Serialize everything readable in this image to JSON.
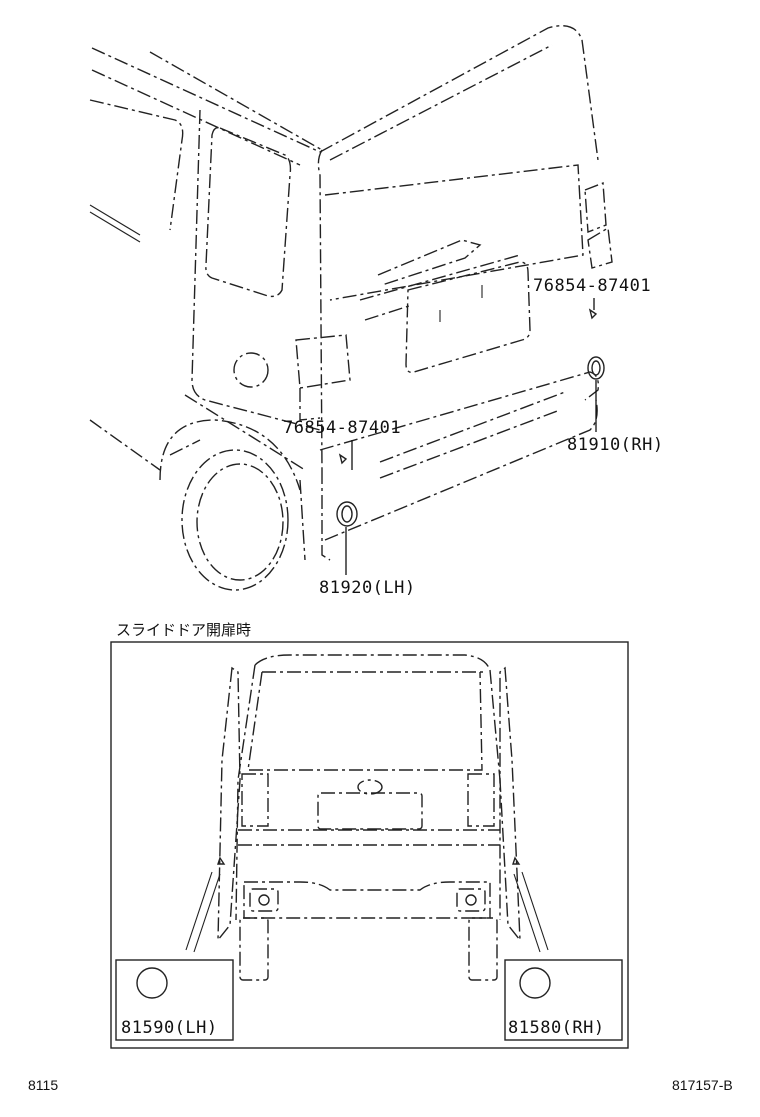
{
  "upper_view": {
    "callouts": [
      {
        "id": "reflector-clip-rh",
        "part_number": "76854-87401"
      },
      {
        "id": "reflector-rh",
        "part_number": "81910(RH)"
      },
      {
        "id": "reflector-clip-lh",
        "part_number": "76854-87401"
      },
      {
        "id": "reflector-lh",
        "part_number": "81920(LH)"
      }
    ]
  },
  "lower_view": {
    "caption": "スライドドア開扉時",
    "callouts": [
      {
        "id": "door-lamp-lh",
        "part_number": "81590(LH)"
      },
      {
        "id": "door-lamp-rh",
        "part_number": "81580(RH)"
      }
    ]
  },
  "footer": {
    "section_code": "8115",
    "illustration_code": "817157-B"
  }
}
